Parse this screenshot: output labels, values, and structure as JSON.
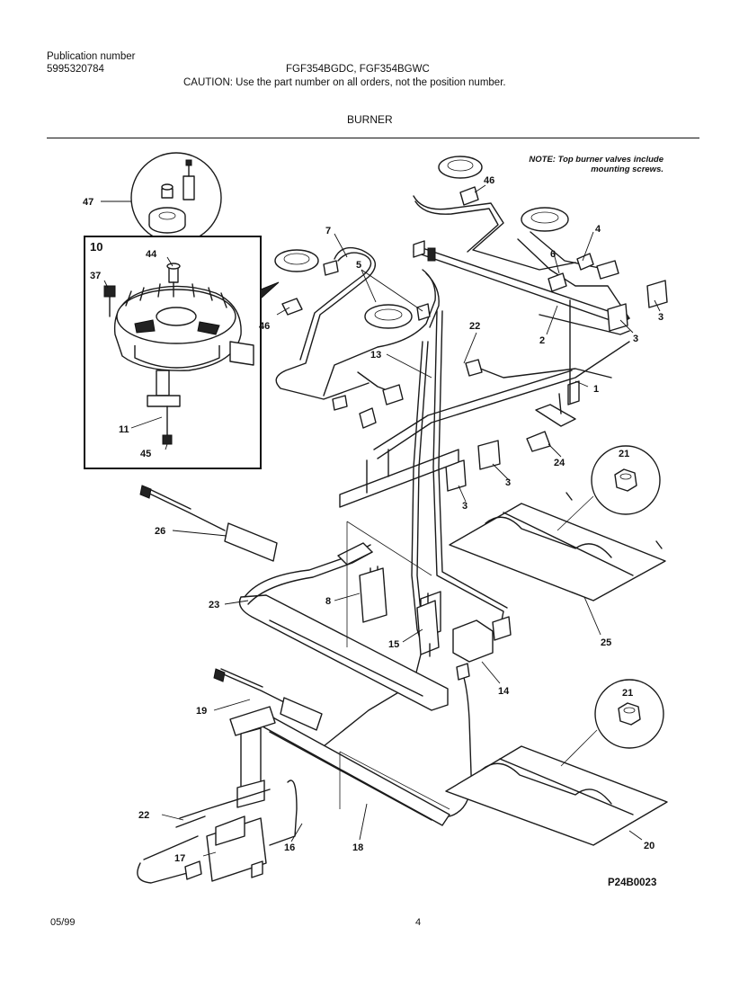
{
  "header": {
    "publication_label": "Publication number",
    "publication_number": "5995320784",
    "models": "FGF354BGDC, FGF354BGWC",
    "caution": "CAUTION:  Use the part number on all orders, not the position number.",
    "section_title": "BURNER"
  },
  "note": "NOTE: Top burner valves include mounting screws.",
  "callouts": {
    "c47": "47",
    "c10": "10",
    "c44": "44",
    "c37": "37",
    "c11": "11",
    "c45": "45",
    "c7": "7",
    "c5": "5",
    "c46a": "46",
    "c46b": "46",
    "c4": "4",
    "c6": "6",
    "c3a": "3",
    "c3b": "3",
    "c3c": "3",
    "c3d": "3",
    "c2": "2",
    "c1": "1",
    "c22a": "22",
    "c13": "13",
    "c24": "24",
    "c21a": "21",
    "c21b": "21",
    "c26": "26",
    "c23": "23",
    "c8": "8",
    "c15": "15",
    "c14": "14",
    "c25": "25",
    "c19": "19",
    "c22b": "22",
    "c17": "17",
    "c16": "16",
    "c18": "18",
    "c20": "20"
  },
  "footer": {
    "date": "05/99",
    "page": "4",
    "reference_code": "P24B0023"
  }
}
